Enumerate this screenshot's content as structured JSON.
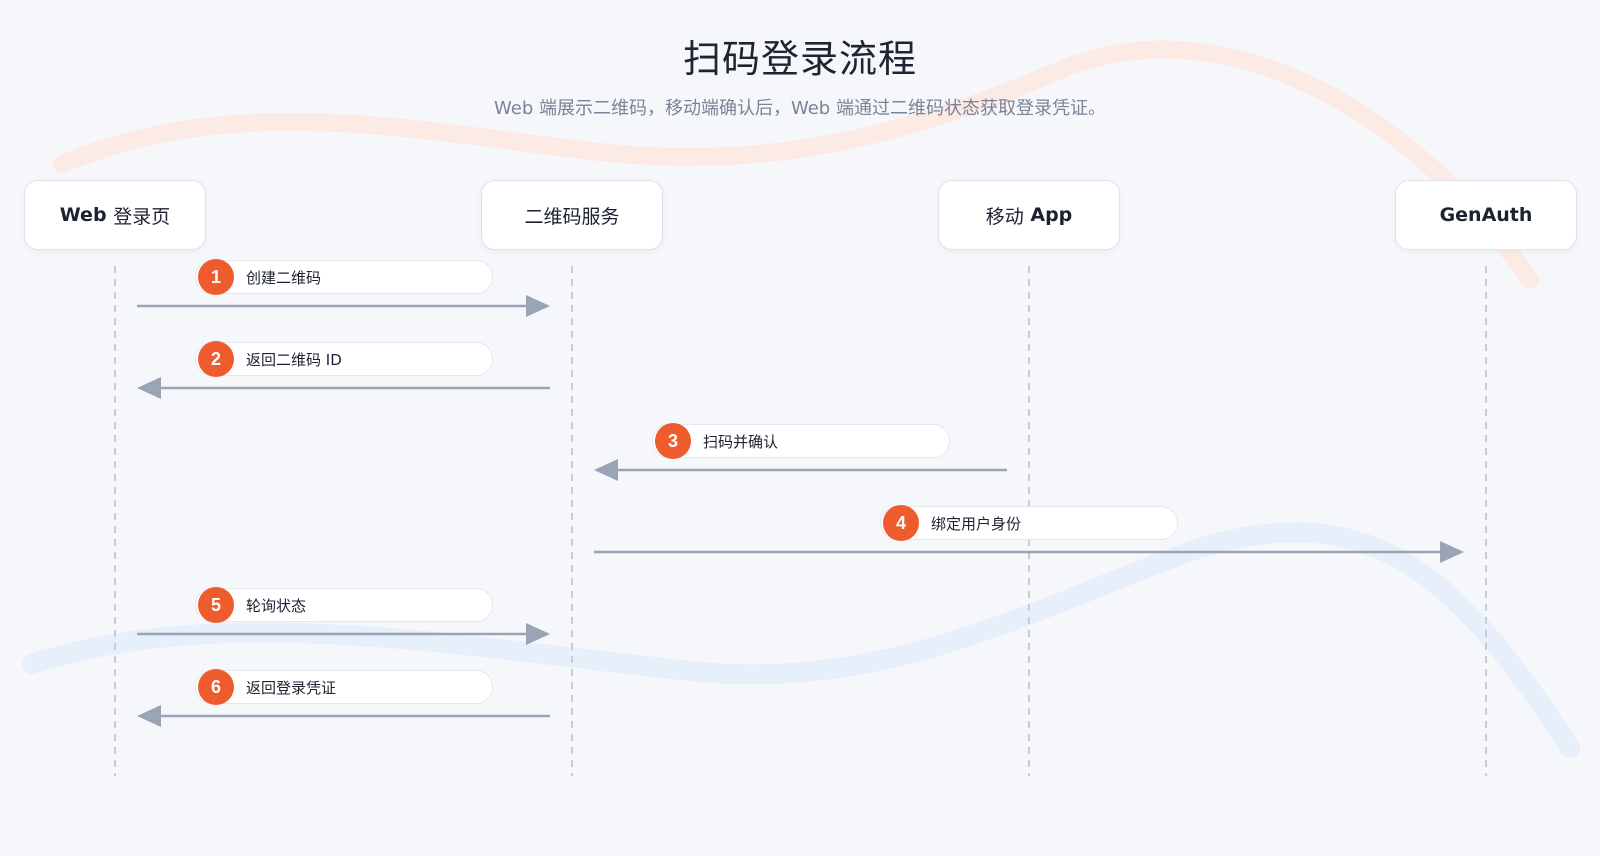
{
  "header": {
    "title": "扫码登录流程",
    "subtitle": "Web 端展示二维码，移动端确认后，Web 端通过二维码状态获取登录凭证。"
  },
  "actors": [
    {
      "id": "web",
      "label_latin": "Web",
      "label_cjk": "登录页"
    },
    {
      "id": "qr",
      "label_latin": "",
      "label_cjk": "二维码服务"
    },
    {
      "id": "app",
      "label_latin": "App",
      "label_cjk": "移动"
    },
    {
      "id": "genauth",
      "label_latin": "GenAuth",
      "label_cjk": ""
    }
  ],
  "messages": [
    {
      "step": "1",
      "text": "创建二维码",
      "from": 0,
      "to": 1
    },
    {
      "step": "2",
      "text": "返回二维码 ID",
      "from": 1,
      "to": 0
    },
    {
      "step": "3",
      "text": "扫码并确认",
      "from": 2,
      "to": 1
    },
    {
      "step": "4",
      "text": "绑定用户身份",
      "from": 1,
      "to": 3
    },
    {
      "step": "5",
      "text": "轮询状态",
      "from": 0,
      "to": 1
    },
    {
      "step": "6",
      "text": "返回登录凭证",
      "from": 1,
      "to": 0
    }
  ],
  "colors": {
    "badge": "#ee5b2c",
    "arrow": "#9aa4b5",
    "lifeline": "#c7cdd8",
    "wave_top": "#fde8e0",
    "wave_bottom": "#e6edfa"
  }
}
